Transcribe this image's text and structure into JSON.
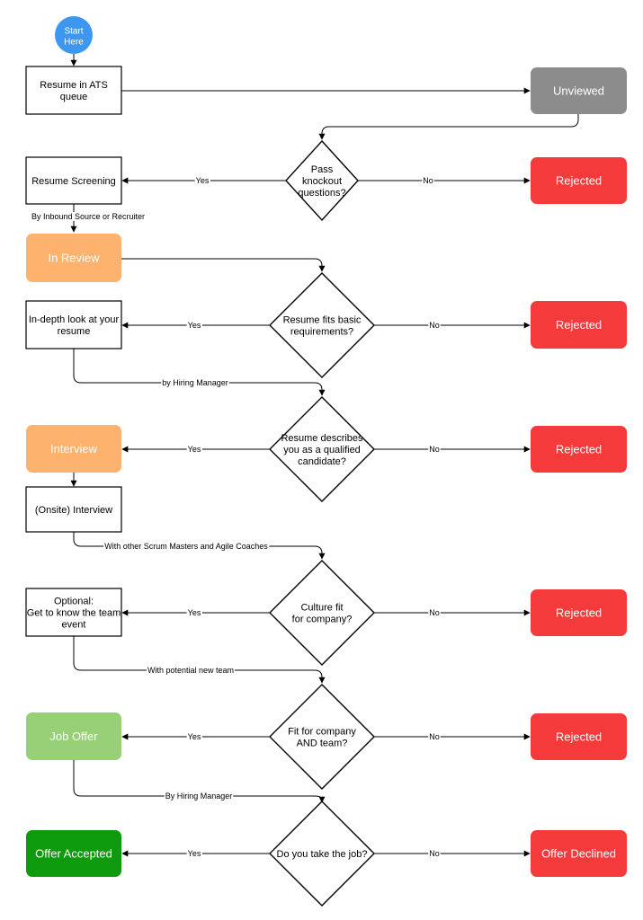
{
  "start": "Start\nHere",
  "boxes": {
    "ats_queue": "Resume in ATS\nqueue",
    "screening": "Resume Screening",
    "in_depth": "In-depth look at your\nresume",
    "onsite": "(Onsite) Interview",
    "optional_event": "Optional:\nGet to know the team\nevent"
  },
  "status": {
    "unviewed": "Unviewed",
    "in_review": "In Review",
    "interview": "Interview",
    "job_offer": "Job Offer",
    "offer_accepted": "Offer Accepted",
    "offer_declined": "Offer Declined",
    "rejected": "Rejected"
  },
  "decisions": {
    "knockout": "Pass\nknockout\nquestions?",
    "basic_req": "Resume fits basic\nrequirements?",
    "qualified": "Resume describes\nyou as a qualified\ncandidate?",
    "culture": "Culture fit\nfor company?",
    "company_team": "Fit for company\nAND team?",
    "take_job": "Do you take the job?"
  },
  "edge_labels": {
    "yes": "Yes",
    "no": "No",
    "inbound": "By Inbound Source or Recruiter",
    "by_hiring_manager_lower": "by Hiring Manager",
    "scrum": "With other Scrum Masters and Agile Coaches",
    "new_team": "With potential new team",
    "by_hiring_manager": "By Hiring Manager"
  },
  "colors": {
    "start": "#3d97f1",
    "unviewed": "#8c8c8c",
    "rejected": "#f43a3a",
    "orange": "#fdb26e",
    "light_green": "#97d077",
    "dark_green": "#0d9a0d"
  }
}
